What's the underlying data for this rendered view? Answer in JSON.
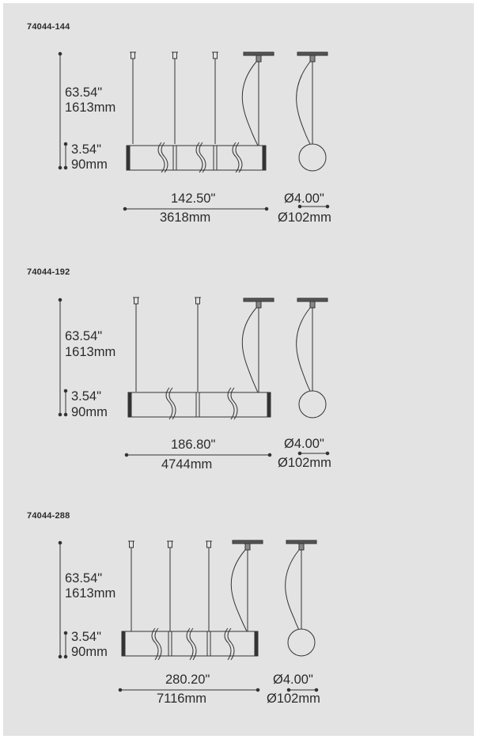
{
  "units": {
    "height_in": "63.54\"",
    "height_mm": "1613mm",
    "body_in": "3.54\"",
    "body_mm": "90mm",
    "dia_in": "Ø4.00\"",
    "dia_mm": "Ø102mm"
  },
  "products": [
    {
      "sku": "74044-144",
      "length_in": "142.50\"",
      "length_mm": "3618mm"
    },
    {
      "sku": "74044-192",
      "length_in": "186.80\"",
      "length_mm": "4744mm"
    },
    {
      "sku": "74044-288",
      "length_in": "280.20\"",
      "length_mm": "7116mm"
    }
  ]
}
